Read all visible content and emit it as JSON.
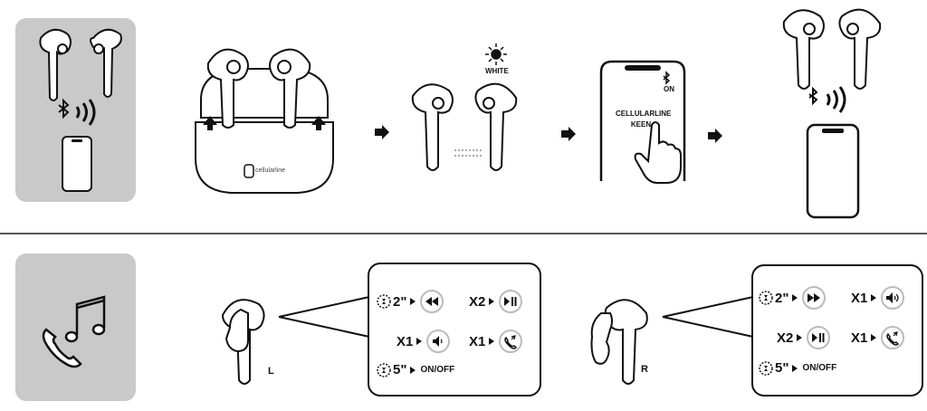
{
  "pairing": {
    "case_logo": "cellularline",
    "led_label": "WHITE",
    "phone_bt_status": "ON",
    "device_name": "CELLULARLINE KEEN"
  },
  "controls": {
    "left": {
      "side_label": "L",
      "rows": [
        {
          "trigger": "2\"",
          "action": "previous-track"
        },
        {
          "trigger": "X2",
          "action": "play-pause"
        },
        {
          "trigger": "X1",
          "action": "volume-down"
        },
        {
          "trigger": "X1",
          "action": "answer-end-call"
        },
        {
          "trigger": "5\"",
          "action_text": "ON/OFF"
        }
      ]
    },
    "right": {
      "side_label": "R",
      "rows": [
        {
          "trigger": "2\"",
          "action": "next-track"
        },
        {
          "trigger": "X1",
          "action": "volume-up"
        },
        {
          "trigger": "X2",
          "action": "play-pause"
        },
        {
          "trigger": "X1",
          "action": "answer-end-call"
        },
        {
          "trigger": "5\"",
          "action_text": "ON/OFF"
        }
      ]
    }
  },
  "colors": {
    "panel": "#c9c9c9",
    "line": "#111111",
    "button_ring": "#bbbbbb"
  }
}
